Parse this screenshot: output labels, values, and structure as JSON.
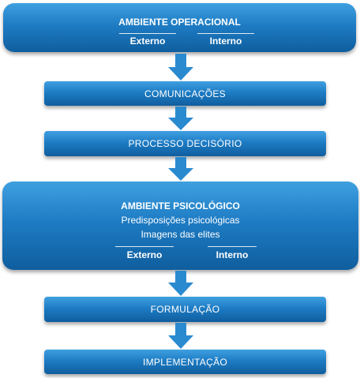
{
  "operational": {
    "title": "AMBIENTE OPERACIONAL",
    "left": "Externo",
    "right": "Interno"
  },
  "communications": "COMUNICAÇÕES",
  "decision": "PROCESSO DECISÓRIO",
  "psychological": {
    "title": "AMBIENTE PSICOLÓGICO",
    "line1": "Predisposições psicológicas",
    "line2": "Imagens das elites",
    "left": "Externo",
    "right": "Interno"
  },
  "formulation": "FORMULAÇÃO",
  "implementation": "IMPLEMENTAÇÃO",
  "colors": {
    "box_top": "#3fa0e0",
    "box_bottom": "#0f5e9e",
    "arrow": "#2a8ad0"
  }
}
